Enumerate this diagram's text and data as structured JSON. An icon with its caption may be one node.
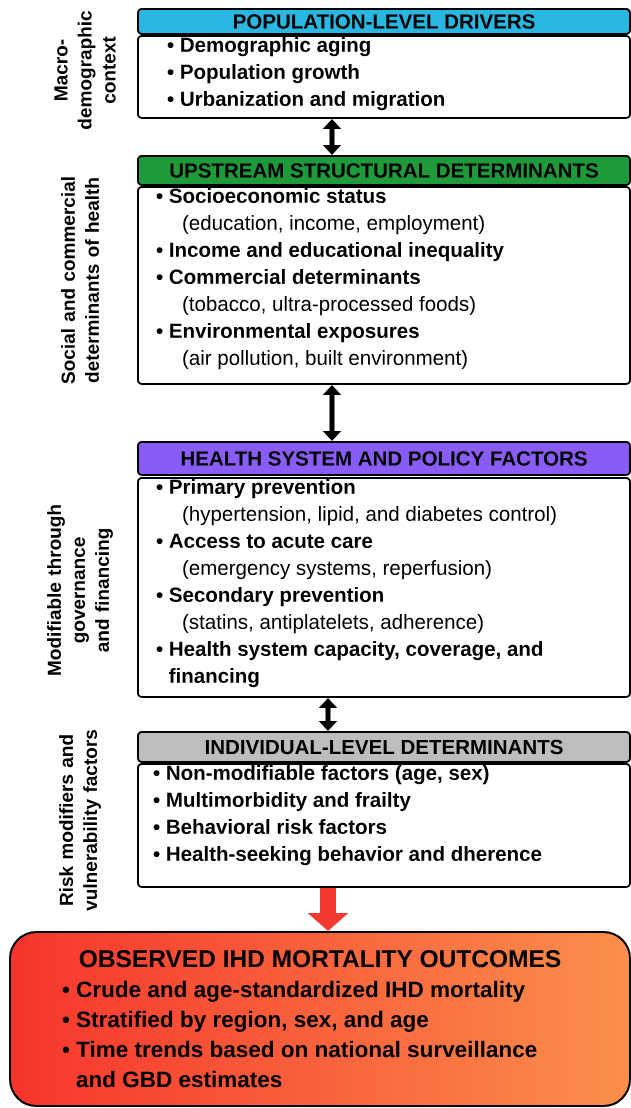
{
  "diagram": {
    "nodes": [
      {
        "text": [
          "POPULATION-LEVEL DRIVERS"
        ]
      },
      {
        "text": [
          "• Demographic aging",
          "• Population growth",
          "• Urbanization and migration"
        ]
      },
      {
        "text": [
          "UPSTREAM STRUCTURAL DETERMINANTS"
        ]
      },
      {
        "text": [
          "• Socioeconomic status",
          "(education, income, employment)",
          "• Income and educational inequality",
          "• Commercial determinants",
          "(tobacco, ultra-processed foods)",
          "• Environmental exposures",
          "(air pollution, built environment)"
        ]
      },
      {
        "text": [
          "HEALTH SYSTEM AND POLICY FACTORS"
        ]
      },
      {
        "text": [
          "• Primary prevention",
          "(hypertension, lipid, and diabetes control)",
          "• Access to acute care",
          "(emergency systems, reperfusion)",
          "• Secondary prevention",
          "(statins, antiplatelets, adherence)",
          "• Health system capacity, coverage, and financing"
        ]
      },
      {
        "text": [
          "INDIVIDUAL-LEVEL DETERMINANTS"
        ]
      },
      {
        "text": [
          "• Non-modifiable factors (age, sex)",
          "• Multimorbidity and frailty",
          "• Behavioral risk factors",
          "• Health-seeking behavior and dherence"
        ]
      },
      {
        "text": [
          "OBSERVED IHD MORTALITY OUTCOMES",
          "• Crude and age-standardized IHD mortality",
          "• Stratified by region, sex, and age",
          "• Time trends based on national surveillance and GBD estimates"
        ]
      }
    ],
    "edges": [
      {
        "from": 1,
        "to": 2,
        "arrow": "both"
      },
      {
        "from": 3,
        "to": 4,
        "arrow": "both"
      },
      {
        "from": 5,
        "to": 6,
        "arrow": "both"
      },
      {
        "from": 7,
        "to": 8,
        "arrow": "to",
        "style": "thick",
        "color": "#f23a32"
      }
    ],
    "labels": [
      "Macro-demographic context",
      "Social and commercial determinants of health",
      "Modifiable through governance and financing",
      "Risk modifiers and vulnerability factors"
    ]
  }
}
